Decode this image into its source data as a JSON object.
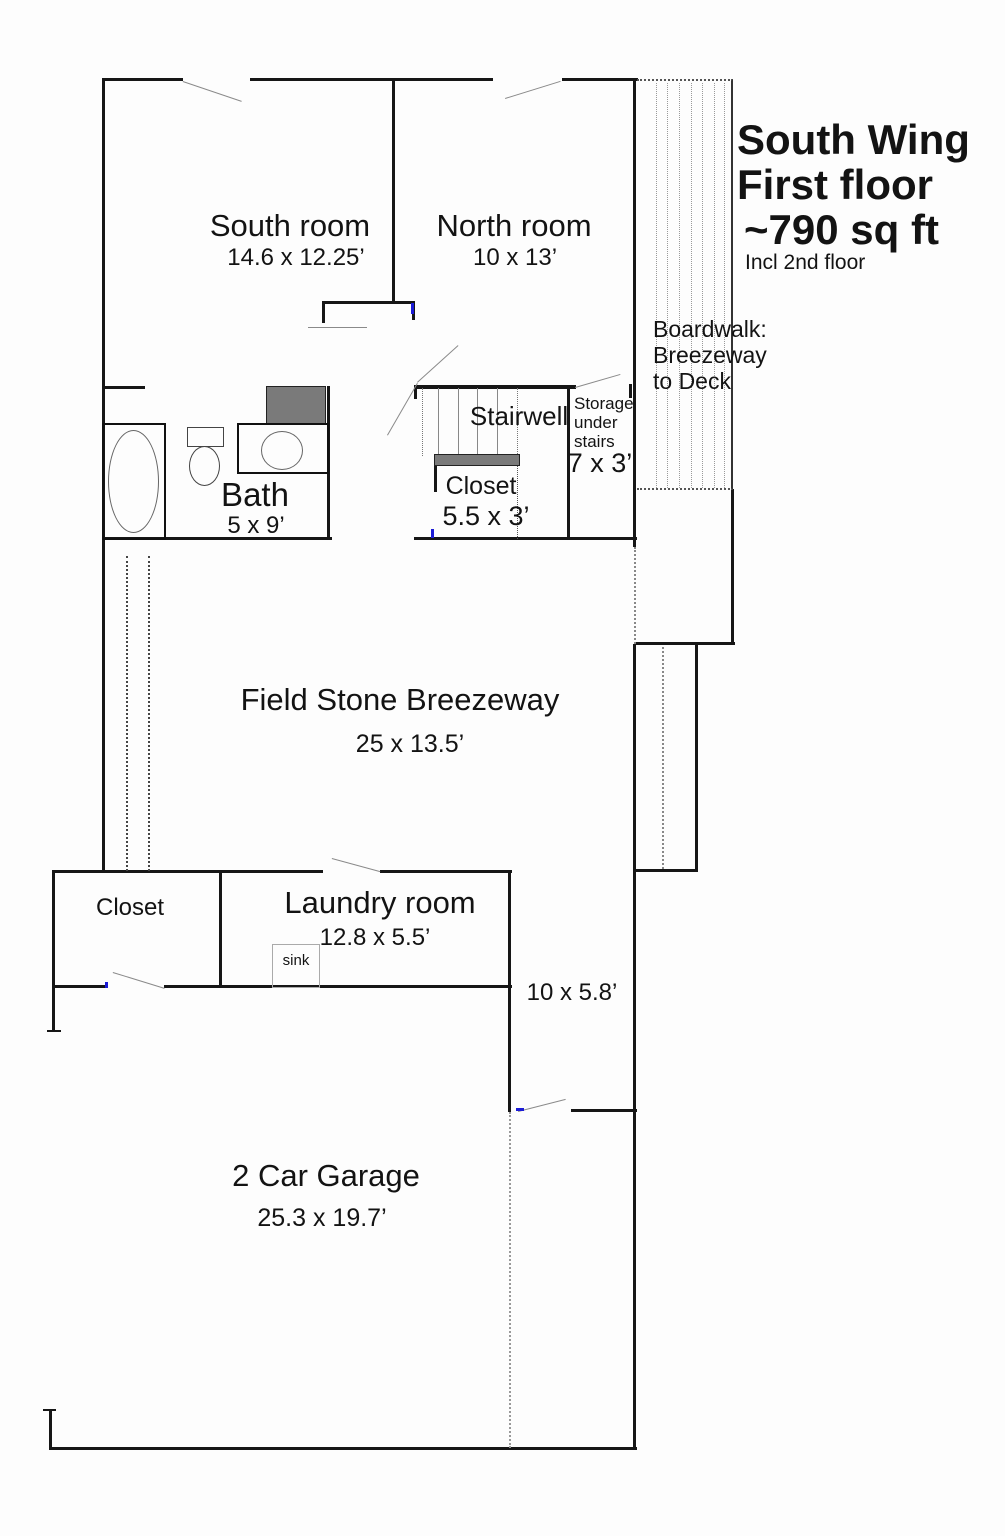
{
  "title": {
    "line1": "South Wing",
    "line2": "First floor",
    "line3": "~790 sq ft",
    "note": "Incl 2nd floor"
  },
  "rooms": {
    "south_room": {
      "name": "South room",
      "dims": "14.6 x 12.25’"
    },
    "north_room": {
      "name": "North room",
      "dims": "10 x 13’"
    },
    "stairwell": {
      "name": "Stairwell"
    },
    "storage": {
      "line1": "Storage",
      "line2": "under",
      "line3": "stairs",
      "dims": "7 x 3’"
    },
    "stair_closet": {
      "name": "Closet",
      "dims": "5.5 x 3’"
    },
    "bath": {
      "name": "Bath",
      "dims": "5 x 9’"
    },
    "boardwalk": {
      "line1": "Boardwalk:",
      "line2": "Breezeway",
      "line3": "to Deck"
    },
    "breezeway": {
      "name": "Field Stone Breezeway",
      "dims": "25 x 13.5’"
    },
    "closet": {
      "name": "Closet"
    },
    "laundry": {
      "name": "Laundry room",
      "dims": "12.8 x 5.5’",
      "sink_label": "sink"
    },
    "passage": {
      "dims": "10 x 5.8’"
    },
    "garage": {
      "name": "2 Car Garage",
      "dims": "25.3 x 19.7’"
    }
  },
  "colors": {
    "wall": "#161616",
    "gray_fill": "#7a7a7a",
    "accent_blue": "#1b1bd6"
  }
}
